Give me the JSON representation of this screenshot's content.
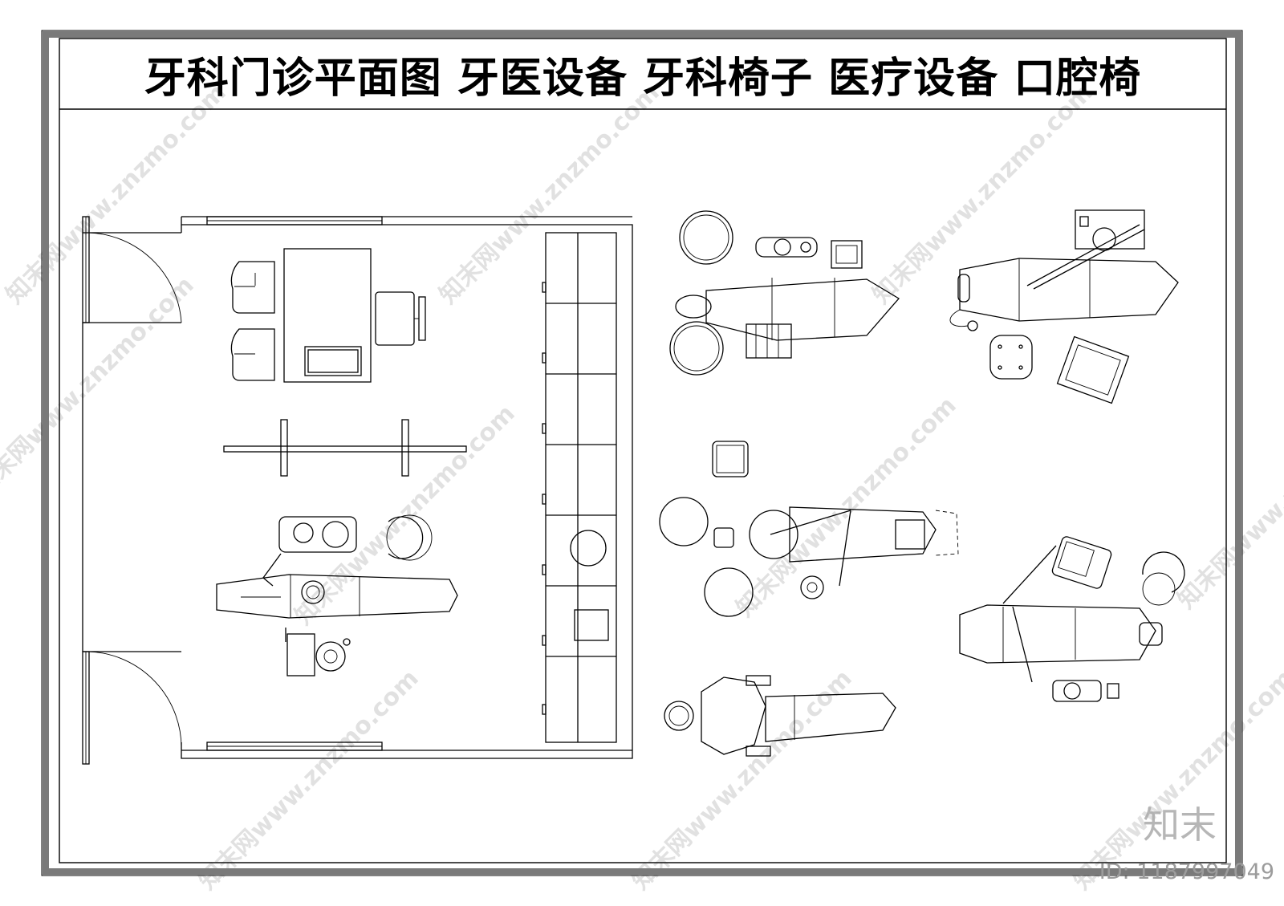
{
  "sheet": {
    "title": "牙科门诊平面图  牙医设备  牙科椅子  医疗设备  口腔椅",
    "brand": "知末",
    "id_label": "ID: 1187997049",
    "watermark_text": "知末网www.znzmo.com"
  },
  "colors": {
    "line": "#000000",
    "frame": "#7a7a7a",
    "watermark": "#c9c9c9"
  }
}
